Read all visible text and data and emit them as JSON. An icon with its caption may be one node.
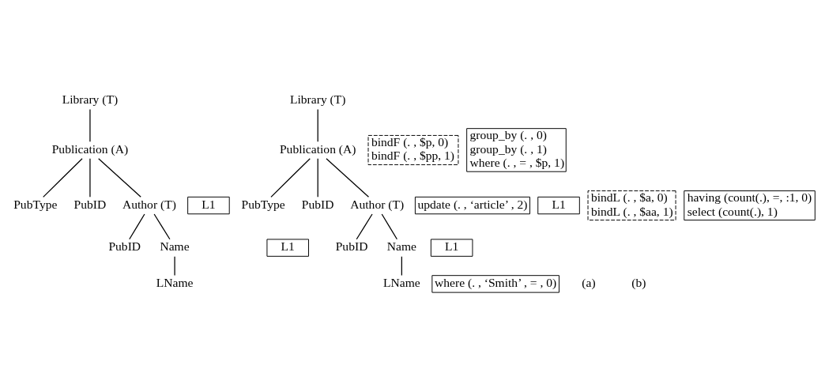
{
  "diagram": {
    "nodes": [
      {
        "text": [
          "Library (T)"
        ]
      },
      {
        "text": [
          "Publication (A)"
        ]
      },
      {
        "text": [
          "PubType"
        ]
      },
      {
        "text": [
          "PubID"
        ]
      },
      {
        "text": [
          "L1"
        ]
      },
      {
        "text": [
          "Author (T)"
        ]
      },
      {
        "text": [
          "PubID"
        ]
      },
      {
        "text": [
          "L1"
        ]
      },
      {
        "text": [
          "Name"
        ]
      },
      {
        "text": [
          "LName"
        ]
      },
      {
        "text": [
          "Library (T)"
        ]
      },
      {
        "text": [
          "bindF (. , $p, 0)",
          "bindF (. , $pp, 1)"
        ]
      },
      {
        "text": [
          "Publication (A)"
        ]
      },
      {
        "text": [
          "group_by (. , 0)",
          "group_by (. , 1)",
          "where (. , = , $p, 1)"
        ]
      },
      {
        "text": [
          "update (. , ‘article’ , 2)"
        ]
      },
      {
        "text": [
          "PubType"
        ]
      },
      {
        "text": [
          "PubID"
        ]
      },
      {
        "text": [
          "L1"
        ]
      },
      {
        "text": [
          "bindL (. , $a, 0)",
          "bindL (. , $aa, 1)"
        ]
      },
      {
        "text": [
          "Author (T)"
        ]
      },
      {
        "text": [
          "having (count(.), =, :1, 0)",
          "select (count(.), 1)"
        ]
      },
      {
        "text": [
          "PubID"
        ]
      },
      {
        "text": [
          "L1"
        ]
      },
      {
        "text": [
          "Name"
        ]
      },
      {
        "text": [
          "LName"
        ]
      },
      {
        "text": [
          "where (. , ‘Smith’ , = , 0)"
        ]
      }
    ],
    "edges": [
      {
        "from": 0,
        "to": 1,
        "arrow": "none"
      },
      {
        "from": 1,
        "to": 2,
        "arrow": "none"
      },
      {
        "from": 1,
        "to": 3,
        "arrow": "none"
      },
      {
        "from": 1,
        "to": 5,
        "arrow": "none"
      },
      {
        "from": 5,
        "to": 6,
        "arrow": "none"
      },
      {
        "from": 5,
        "to": 8,
        "arrow": "none"
      },
      {
        "from": 8,
        "to": 9,
        "arrow": "none"
      },
      {
        "from": 10,
        "to": 12,
        "arrow": "none"
      },
      {
        "from": 12,
        "to": 15,
        "arrow": "none"
      },
      {
        "from": 12,
        "to": 16,
        "arrow": "none"
      },
      {
        "from": 12,
        "to": 19,
        "arrow": "none"
      },
      {
        "from": 19,
        "to": 21,
        "arrow": "none"
      },
      {
        "from": 19,
        "to": 23,
        "arrow": "none"
      },
      {
        "from": 23,
        "to": 24,
        "arrow": "none"
      }
    ],
    "labels": [
      "(a)",
      "(b)"
    ]
  }
}
